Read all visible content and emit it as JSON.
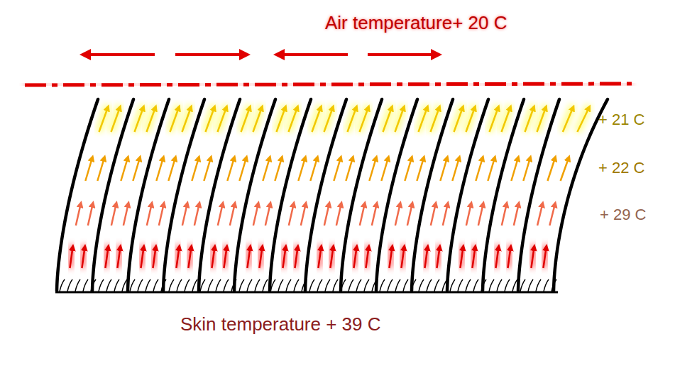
{
  "diagram": {
    "labels": [
      "Air temperature+ 20 C",
      "+ 21 C",
      "+ 22 C",
      "+ 29 C",
      "Skin temperature + 39 C"
    ]
  }
}
